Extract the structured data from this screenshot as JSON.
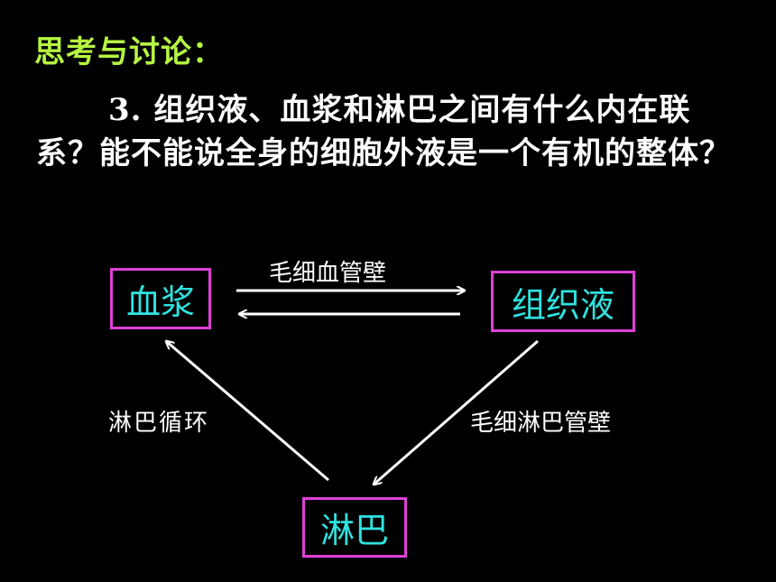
{
  "heading": "思考与讨论：",
  "question": {
    "number": "3.",
    "text": "组织液、血浆和淋巴之间有什么内在联系？能不能说全身的细胞外液是一个有机的整体？"
  },
  "nodes": {
    "plasma": "血浆",
    "tissue_fluid": "组织液",
    "lymph": "淋巴"
  },
  "edge_labels": {
    "capillary_wall": "毛细血管壁",
    "lymph_circulation": "淋巴循环",
    "lymph_capillary_wall": "毛细淋巴管壁"
  },
  "colors": {
    "heading": "#b6f542",
    "node_text": "#2fe3e0",
    "node_border": "#e040d8",
    "text": "#ffffff",
    "background": "#000000"
  }
}
